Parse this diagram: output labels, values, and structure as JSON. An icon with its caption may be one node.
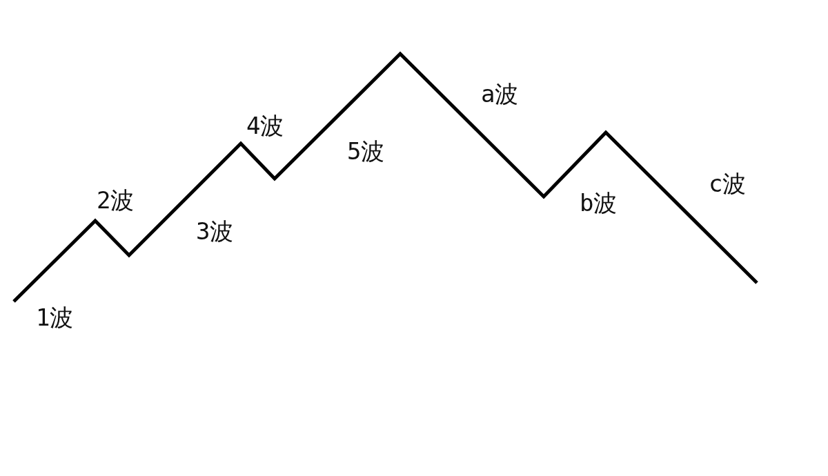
{
  "diagram": {
    "labels": [
      "1波",
      "2波",
      "3波",
      "4波",
      "5波",
      "a波",
      "b波",
      "c波"
    ]
  }
}
